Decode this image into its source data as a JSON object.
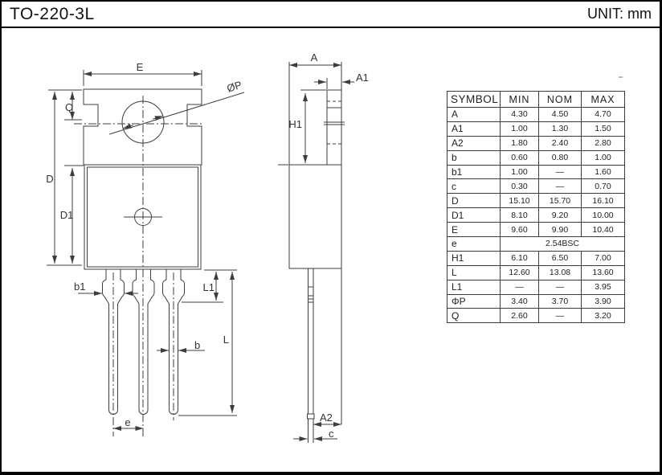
{
  "header": {
    "title": "TO-220-3L",
    "unit": "UNIT: mm"
  },
  "front_view": {
    "dim_E": "E",
    "dim_Q": "Q",
    "dim_D": "D",
    "dim_D1": "D1",
    "dim_b1": "b1",
    "dim_b": "b",
    "dim_L1": "L1",
    "dim_L": "L",
    "dim_e": "e",
    "dim_P": "ØP"
  },
  "side_view": {
    "dim_A": "A",
    "dim_A1": "A1",
    "dim_H1": "H1",
    "dim_A2": "A2",
    "dim_c": "c"
  },
  "table": {
    "columns": [
      "SYMBOL",
      "MIN",
      "NOM",
      "MAX"
    ],
    "rows": [
      {
        "symbol": "A",
        "min": "4.30",
        "nom": "4.50",
        "max": "4.70"
      },
      {
        "symbol": "A1",
        "min": "1.00",
        "nom": "1.30",
        "max": "1.50"
      },
      {
        "symbol": "A2",
        "min": "1.80",
        "nom": "2.40",
        "max": "2.80"
      },
      {
        "symbol": "b",
        "min": "0.60",
        "nom": "0.80",
        "max": "1.00"
      },
      {
        "symbol": "b1",
        "min": "1.00",
        "nom": "—",
        "max": "1.60"
      },
      {
        "symbol": "c",
        "min": "0.30",
        "nom": "—",
        "max": "0.70"
      },
      {
        "symbol": "D",
        "min": "15.10",
        "nom": "15.70",
        "max": "16.10"
      },
      {
        "symbol": "D1",
        "min": "8.10",
        "nom": "9.20",
        "max": "10.00"
      },
      {
        "symbol": "E",
        "min": "9.60",
        "nom": "9.90",
        "max": "10.40"
      },
      {
        "symbol": "e",
        "span": "2.54BSC"
      },
      {
        "symbol": "H1",
        "min": "6.10",
        "nom": "6.50",
        "max": "7.00"
      },
      {
        "symbol": "L",
        "min": "12.60",
        "nom": "13.08",
        "max": "13.60"
      },
      {
        "symbol": "L1",
        "min": "—",
        "nom": "—",
        "max": "3.95"
      },
      {
        "symbol": "ΦP",
        "min": "3.40",
        "nom": "3.70",
        "max": "3.90"
      },
      {
        "symbol": "Q",
        "min": "2.60",
        "nom": "—",
        "max": "3.20"
      }
    ]
  }
}
